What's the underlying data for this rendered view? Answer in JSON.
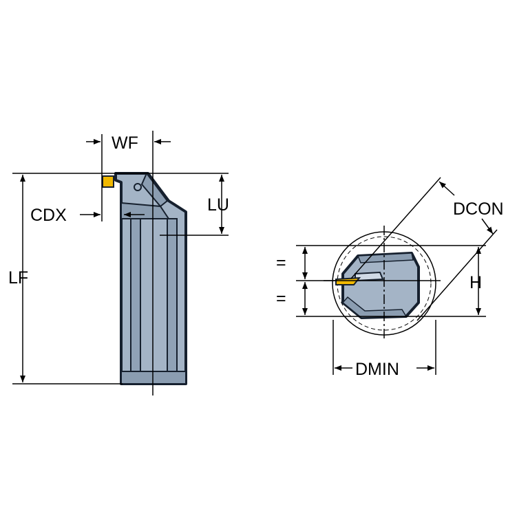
{
  "labels": {
    "wf": "WF",
    "cdx": "CDX",
    "lu": "LU",
    "lf": "LF",
    "dcon": "DCON",
    "h": "H",
    "dmin": "DMIN",
    "eq_top": "=",
    "eq_bottom": "="
  },
  "colors": {
    "body": "#a4b4c6",
    "body_dark": "#16202e",
    "insert": "#f0b800",
    "line": "#000000",
    "background": "#ffffff"
  }
}
